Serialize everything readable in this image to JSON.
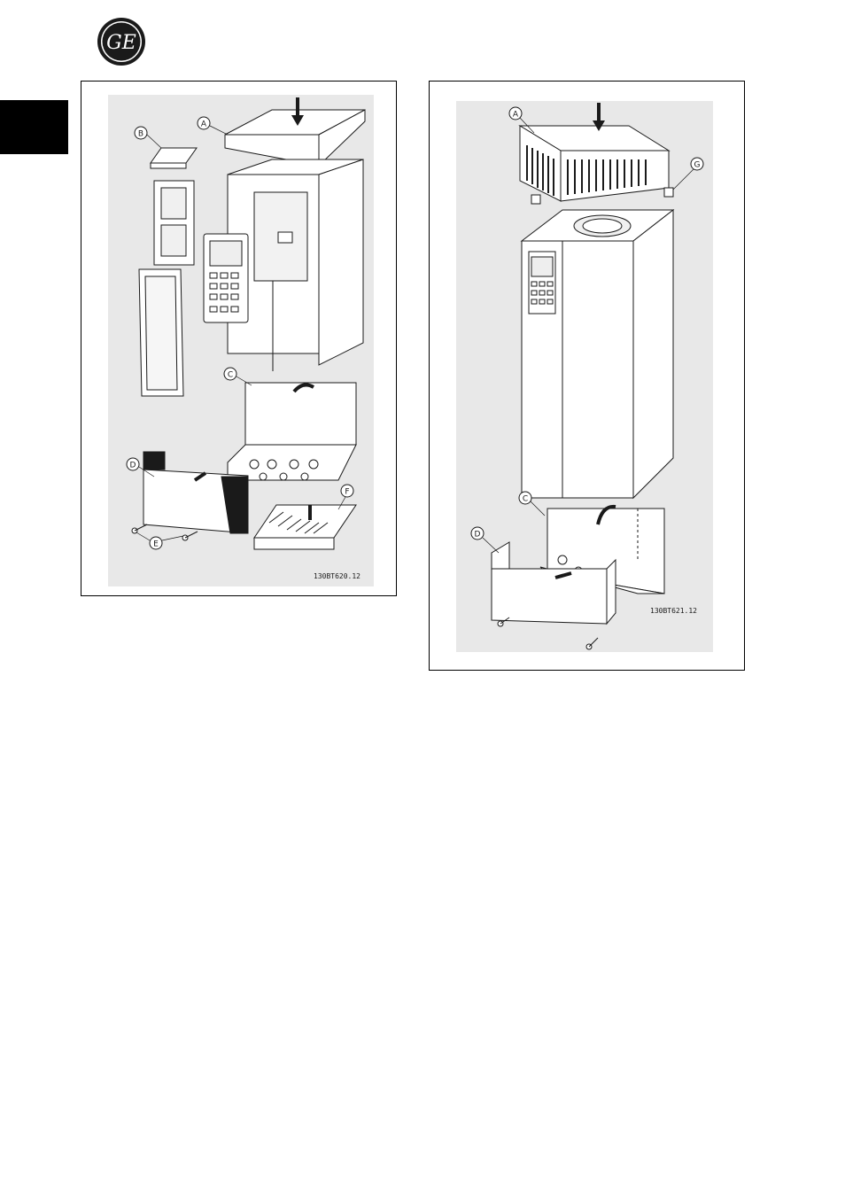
{
  "brand": {
    "logo_text": "GE"
  },
  "figure_1": {
    "code": "130BT620.12",
    "callouts": {
      "a": "A",
      "b": "B",
      "c": "C",
      "d": "D",
      "e": "E",
      "f": "F"
    }
  },
  "figure_2": {
    "code": "130BT621.12",
    "callouts": {
      "a": "A",
      "c": "C",
      "d": "D",
      "g": "G"
    }
  },
  "colors": {
    "tab": "#000000",
    "background_panel": "#e8e8e8",
    "line": "#1a1a1a"
  }
}
